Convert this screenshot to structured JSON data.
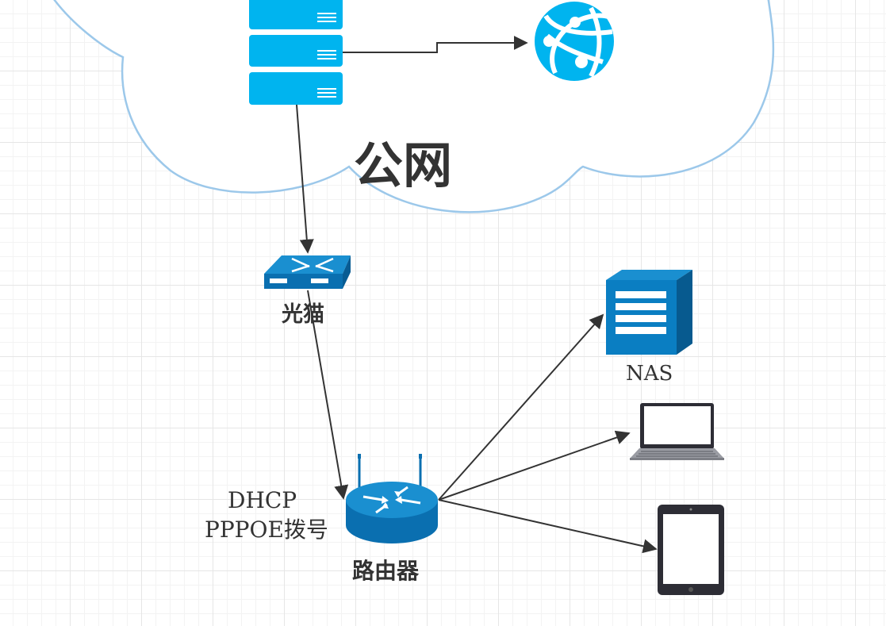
{
  "labels": {
    "cloud": "公网",
    "modem": "光猫",
    "nas": "NAS",
    "router": "路由器",
    "router_note_line1": "DHCP",
    "router_note_line2": "PPPOE拨号"
  },
  "nodes": [
    {
      "id": "server",
      "icon": "server-stack-icon"
    },
    {
      "id": "internet",
      "icon": "globe-icon"
    },
    {
      "id": "modem",
      "icon": "switch-icon"
    },
    {
      "id": "router",
      "icon": "router-icon"
    },
    {
      "id": "nas",
      "icon": "nas-server-icon"
    },
    {
      "id": "laptop",
      "icon": "laptop-icon"
    },
    {
      "id": "tablet",
      "icon": "tablet-icon"
    }
  ],
  "edges": [
    {
      "from": "server",
      "to": "internet"
    },
    {
      "from": "server",
      "to": "modem"
    },
    {
      "from": "modem",
      "to": "router"
    },
    {
      "from": "router",
      "to": "nas"
    },
    {
      "from": "router",
      "to": "laptop"
    },
    {
      "from": "router",
      "to": "tablet"
    }
  ],
  "colors": {
    "cloud_stroke": "#9cc8ea",
    "icon_blue": "#00b4ef",
    "device_blue": "#0a7ec2",
    "device_dark": "#2d2d35",
    "edge": "#333333"
  }
}
